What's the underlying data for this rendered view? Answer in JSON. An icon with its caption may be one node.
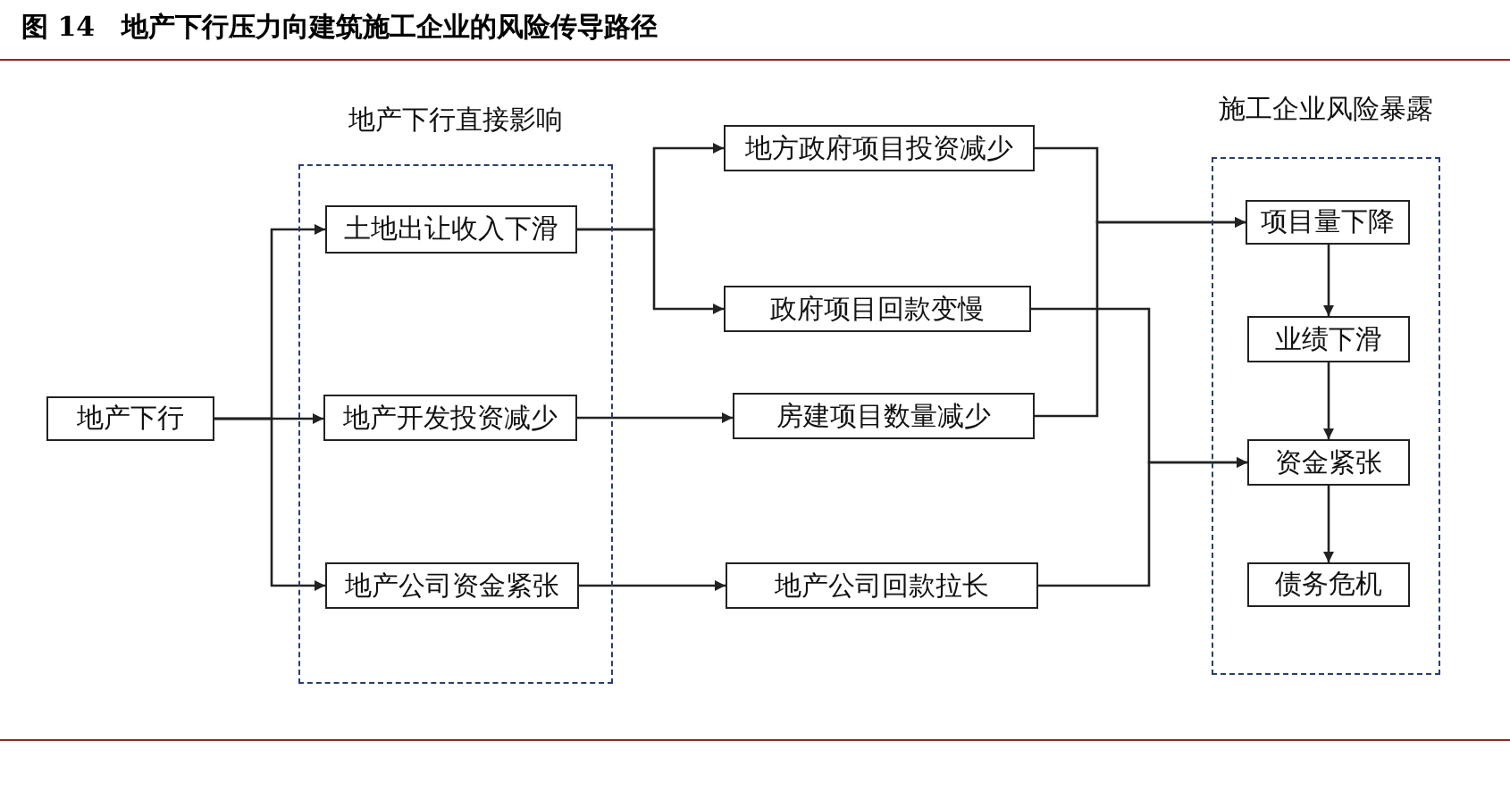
{
  "diagram": {
    "title": "图 14　地产下行压力向建筑施工企业的风险传导路径",
    "nodes": [
      {
        "text": [
          "地产下行"
        ]
      },
      {
        "text": [
          "地产下行直接影响"
        ]
      },
      {
        "text": [
          "土地出让收入下滑"
        ],
        "in": 1
      },
      {
        "text": [
          "地产开发投资减少"
        ],
        "in": 1
      },
      {
        "text": [
          "地产公司资金紧张"
        ],
        "in": 1
      },
      {
        "text": [
          "地方政府项目投资减少"
        ]
      },
      {
        "text": [
          "政府项目回款变慢"
        ]
      },
      {
        "text": [
          "房建项目数量减少"
        ]
      },
      {
        "text": [
          "地产公司回款拉长"
        ]
      },
      {
        "text": [
          "施工企业风险暴露"
        ]
      },
      {
        "text": [
          "项目量下降"
        ],
        "in": 9
      },
      {
        "text": [
          "业绩下滑"
        ],
        "in": 9
      },
      {
        "text": [
          "资金紧张"
        ],
        "in": 9
      },
      {
        "text": [
          "债务危机"
        ],
        "in": 9
      }
    ],
    "edges": [
      {
        "from": 0,
        "to": 2,
        "arrow": "to"
      },
      {
        "from": 0,
        "to": 3,
        "arrow": "to"
      },
      {
        "from": 0,
        "to": 4,
        "arrow": "to"
      },
      {
        "from": 2,
        "to": 5,
        "arrow": "to"
      },
      {
        "from": 2,
        "to": 6,
        "arrow": "to"
      },
      {
        "from": 3,
        "to": 7,
        "arrow": "to"
      },
      {
        "from": 4,
        "to": 8,
        "arrow": "to"
      },
      {
        "from": 5,
        "to": 10,
        "arrow": "to"
      },
      {
        "from": 7,
        "to": 10,
        "arrow": "to"
      },
      {
        "from": 6,
        "to": 12,
        "arrow": "to"
      },
      {
        "from": 8,
        "to": 12,
        "arrow": "to"
      },
      {
        "from": 10,
        "to": 11,
        "arrow": "to"
      },
      {
        "from": 11,
        "to": 12,
        "arrow": "to"
      },
      {
        "from": 12,
        "to": 13,
        "arrow": "to"
      }
    ]
  }
}
